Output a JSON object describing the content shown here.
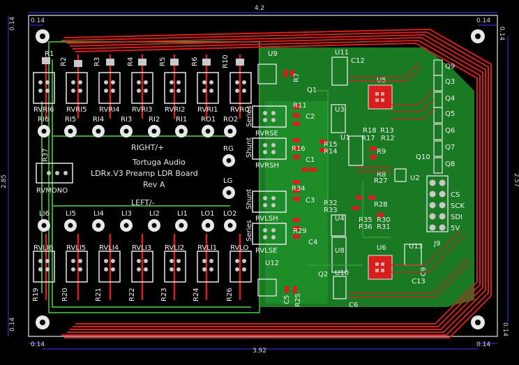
{
  "colors": {
    "background": "#000000",
    "board_fill": "#1f8f2a",
    "copper_top": "#d91e1e",
    "copper_bottom": "#3aa63a",
    "silkscreen": "#e8e8e8",
    "pad": "#c9c9c9",
    "dimension": "#3a3aff"
  },
  "dimensions": {
    "width_total": "4.2",
    "width_inner": "3.92",
    "height_left": "2.85",
    "height_right": "2.57",
    "margin_tl": "0.14",
    "margin_tr_h": "0.14",
    "margin_tr_v": "0.14",
    "margin_tl_v": "0.14",
    "margin_bl": "0.14",
    "margin_br": "0.14",
    "margin_bl_v": "0.14",
    "margin_br_v": "0.14"
  },
  "title": {
    "line1": "RIGHT/+",
    "line2": "Tortuga Audio",
    "line3": "LDRx.V3 Preamp LDR Board",
    "line4": "Rev A",
    "line5": "LEFT/-"
  },
  "top_resistors": [
    "R1",
    "R2",
    "R3",
    "R4",
    "R5",
    "R6",
    "R10"
  ],
  "right_ldr_labels": [
    "RVRI6",
    "RVRI5",
    "RVRI4",
    "RVRI3",
    "RVRI2",
    "RVRI1",
    "RVRO"
  ],
  "right_jacks": [
    "RI6",
    "RI5",
    "RI4",
    "RI3",
    "RI2",
    "RI1",
    "RO1",
    "RO2"
  ],
  "left_jacks": [
    "LI6",
    "LI5",
    "LI4",
    "LI3",
    "LI2",
    "LI1",
    "LO1",
    "LO2"
  ],
  "left_ldr_labels": [
    "RVLI6",
    "RVLI5",
    "RVLI4",
    "RVLI3",
    "RVLI2",
    "RVLI1",
    "RVLO"
  ],
  "bottom_resistors": [
    "R19",
    "R20",
    "R21",
    "R22",
    "R23",
    "R24",
    "R26"
  ],
  "mono": {
    "ref": "R37",
    "label": "RVMONO"
  },
  "ground_jacks": {
    "rg": "RG",
    "lg": "LG"
  },
  "shunt_series": {
    "rvrse": "RVRSE",
    "rvrsh": "RVRSH",
    "rvlsh": "RVLSH",
    "rvlse": "RVLSE",
    "series": "Series",
    "shunt": "Shunt"
  },
  "parts": {
    "u9": "U9",
    "u11": "U11",
    "u5": "U5",
    "u6": "U6",
    "u12": "U12",
    "u13": "U13",
    "u2": "U2",
    "u1": "U1",
    "u4": "U4",
    "u8": "U8",
    "u10": "U10",
    "u3": "U3",
    "q1": "Q1",
    "q2": "Q2",
    "q10": "Q10",
    "c1": "C1",
    "c2": "C2",
    "c3": "C3",
    "c4": "C4",
    "c5": "C5",
    "c6": "C6",
    "c9": "C9",
    "c12": "C12",
    "c13": "C13",
    "r7": "R7",
    "r8": "R8",
    "r9": "R9",
    "r11": "R11",
    "r12": "R12",
    "r13": "R13",
    "r14": "R14",
    "r15": "R15",
    "r16": "R16",
    "r17": "R17",
    "r18": "R18",
    "r25": "R25",
    "r27": "R27",
    "r28": "R28",
    "r29": "R29",
    "r30": "R30",
    "r31": "R31",
    "r32": "R32",
    "r33": "R33",
    "r34": "R34",
    "r35": "R35",
    "r36": "R36",
    "j9": "J9"
  },
  "connector_right": [
    "Q9",
    "Q3",
    "Q4",
    "Q5",
    "Q6",
    "Q7",
    "Q8"
  ],
  "j9_pins": [
    "5V",
    "SDI",
    "SCK",
    "CS"
  ]
}
